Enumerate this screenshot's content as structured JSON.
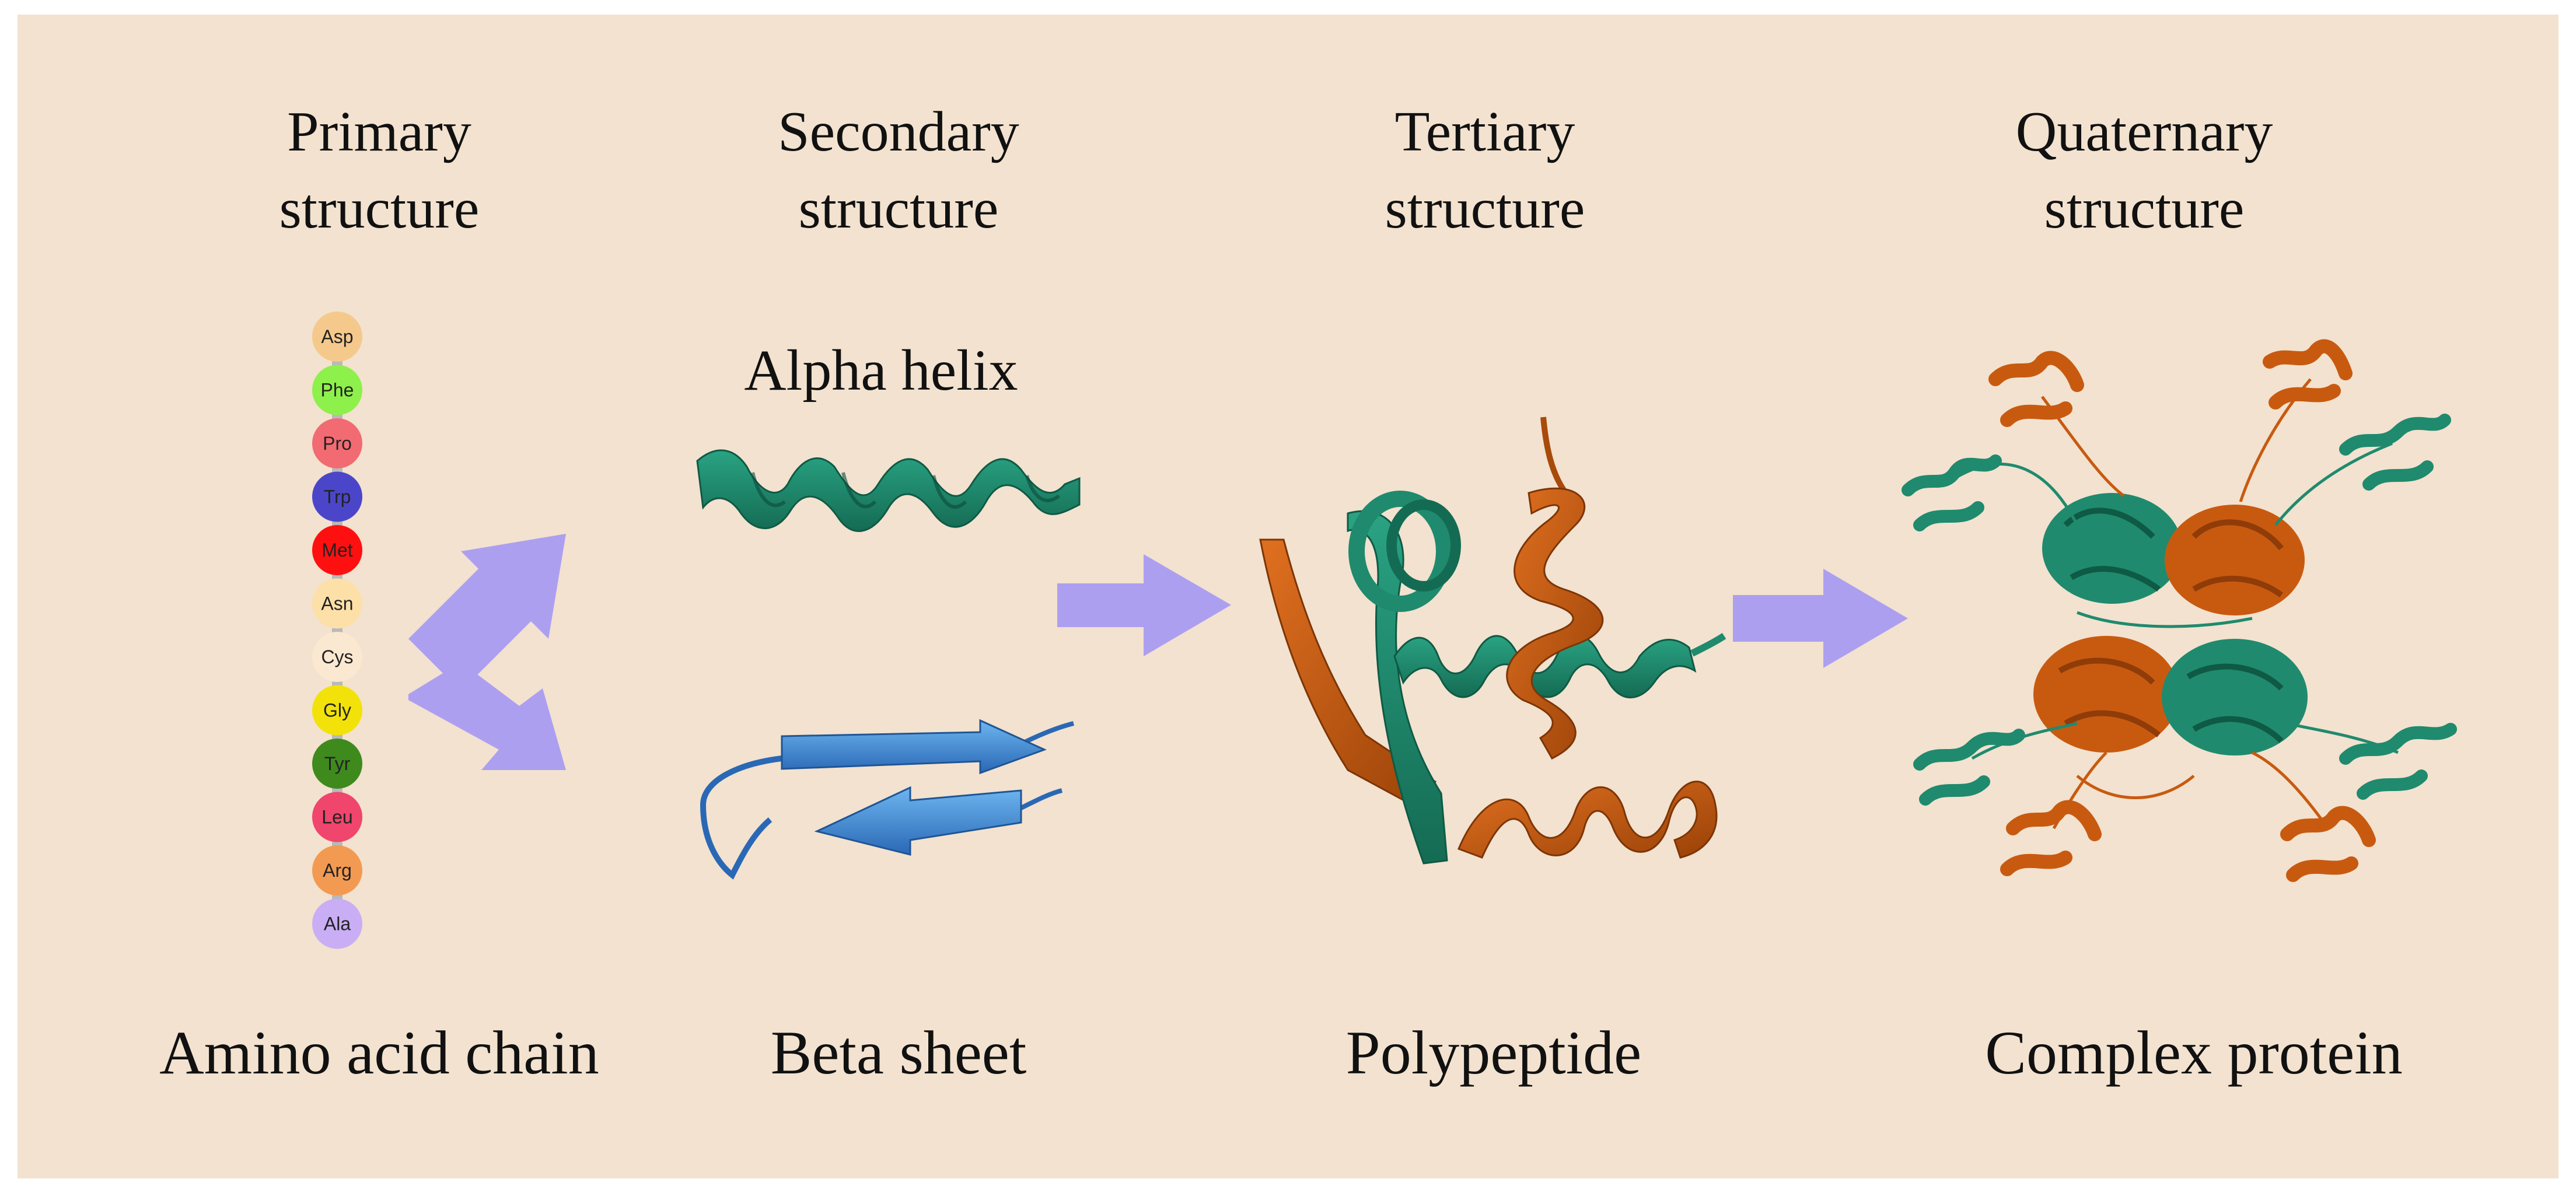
{
  "colors": {
    "background": "#f2e2cf",
    "arrow": "#ad9ff0",
    "helix_green": "#1f8a6e",
    "helix_green_dark": "#126a52",
    "beta_blue": "#3f8edb",
    "beta_blue_dark": "#2a68b5",
    "orange": "#c85a10",
    "orange_dark": "#8f3c08",
    "chain_stick": "#b9b9b9"
  },
  "headings": {
    "primary": [
      "Primary",
      "structure"
    ],
    "secondary": [
      "Secondary",
      "structure"
    ],
    "tertiary": [
      "Tertiary",
      "structure"
    ],
    "quaternary": [
      "Quaternary",
      "structure"
    ]
  },
  "labels": {
    "alpha_helix": "Alpha helix",
    "amino_acid_chain": "Amino acid chain",
    "beta_sheet": "Beta sheet",
    "polypeptide": "Polypeptide",
    "complex_protein": "Complex protein"
  },
  "amino_acids": [
    {
      "label": "Asp",
      "color": "#f5c98c",
      "text": "#222222"
    },
    {
      "label": "Phe",
      "color": "#8ef04a",
      "text": "#222222"
    },
    {
      "label": "Pro",
      "color": "#f26b72",
      "text": "#222222"
    },
    {
      "label": "Trp",
      "color": "#4b46c9",
      "text": "#222222"
    },
    {
      "label": "Met",
      "color": "#ff1010",
      "text": "#222222"
    },
    {
      "label": "Asn",
      "color": "#fde0a8",
      "text": "#222222"
    },
    {
      "label": "Cys",
      "color": "#fbe8d0",
      "text": "#222222"
    },
    {
      "label": "Gly",
      "color": "#f2e20a",
      "text": "#222222"
    },
    {
      "label": "Tyr",
      "color": "#3f8a1d",
      "text": "#222222"
    },
    {
      "label": "Leu",
      "color": "#f0456c",
      "text": "#222222"
    },
    {
      "label": "Arg",
      "color": "#f39a52",
      "text": "#222222"
    },
    {
      "label": "Ala",
      "color": "#c9aef5",
      "text": "#222222"
    }
  ]
}
